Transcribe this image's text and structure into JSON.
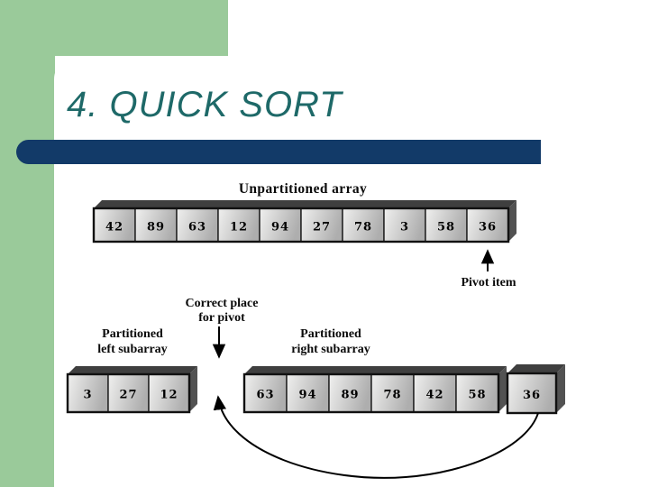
{
  "slide": {
    "title": "4. QUICK SORT"
  },
  "colors": {
    "background_green": "#9ACA9A",
    "accent_bar_navy": "#123A68",
    "title_teal": "#1E6968",
    "box_bevel_dark": "#3F3F3F",
    "cell_fill_light": "#F0F0EF",
    "cell_fill_dark": "#AEAEAE"
  },
  "diagram": {
    "labels": {
      "unpartitioned": "Unpartitioned array",
      "pivot_item": "Pivot item",
      "correct_place_line1": "Correct place",
      "correct_place_line2": "for pivot",
      "left_line1": "Partitioned",
      "left_line2": "left subarray",
      "right_line1": "Partitioned",
      "right_line2": "right subarray"
    },
    "unpartitioned_array": [
      "42",
      "89",
      "63",
      "12",
      "94",
      "27",
      "78",
      "3",
      "58",
      "36"
    ],
    "left_subarray": [
      "3",
      "27",
      "12"
    ],
    "right_subarray": [
      "63",
      "94",
      "89",
      "78",
      "42",
      "58"
    ],
    "pivot_value": "36"
  }
}
